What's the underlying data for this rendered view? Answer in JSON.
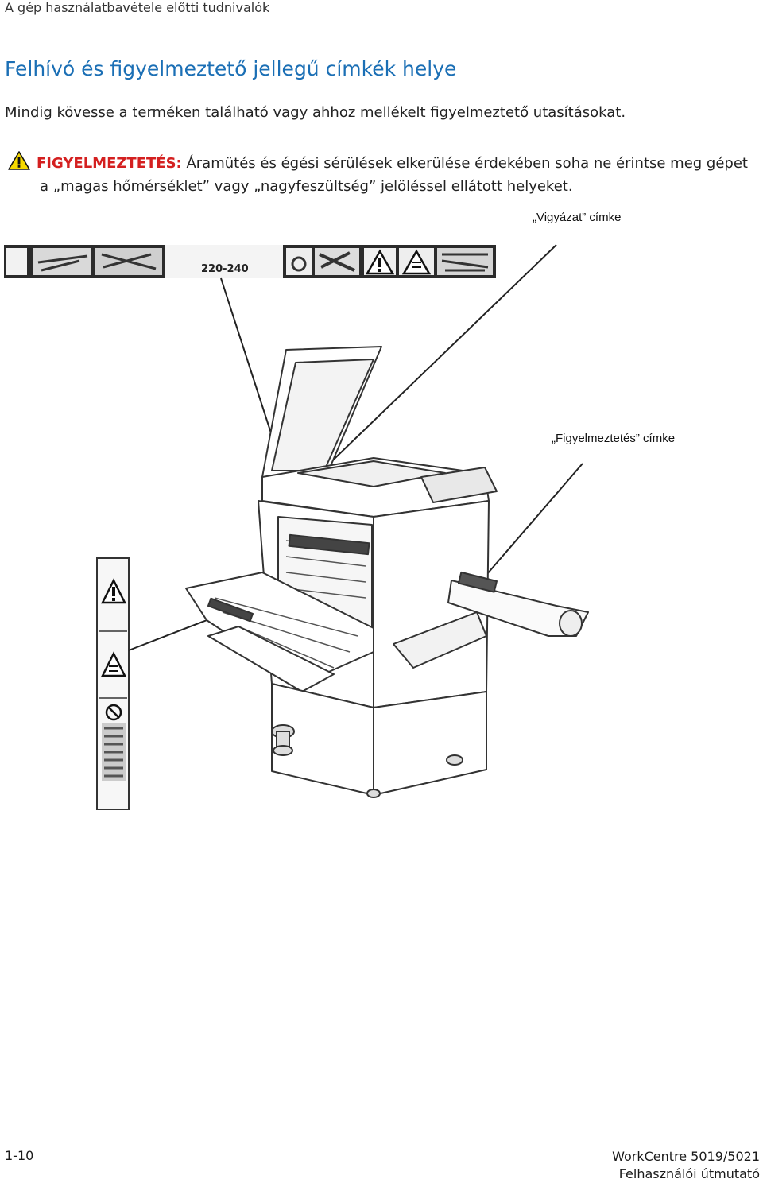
{
  "header": {
    "running_title": "A gép használatbavétele előtti tudnivalók"
  },
  "section": {
    "title": "Felhívó és figyelmeztető jellegű címkék helye",
    "intro": "Mindig kövesse a terméken található vagy ahhoz mellékelt figyelmeztető utasításokat."
  },
  "warning": {
    "keyword": "FIGYELMEZTETÉS:",
    "line1": " Áramütés és égési sérülések elkerülése érdekében soha ne érintse meg gépet",
    "line2": "a „magas hőmérséklet” vagy „nagyfeszültség” jelöléssel ellátott helyeket.",
    "icon": "warning-triangle-icon",
    "keyword_color": "#d42020"
  },
  "figure": {
    "label_strip_text": "220-240",
    "callout_caution": "„Vigyázat” címke",
    "callout_warning": "„Figyelmeztetés” címke"
  },
  "footer": {
    "page_number": "1-10",
    "product": "WorkCentre 5019/5021",
    "guide": "Felhasználói útmutató"
  },
  "colors": {
    "title_blue": "#1b6fb5",
    "warning_red": "#d42020"
  }
}
